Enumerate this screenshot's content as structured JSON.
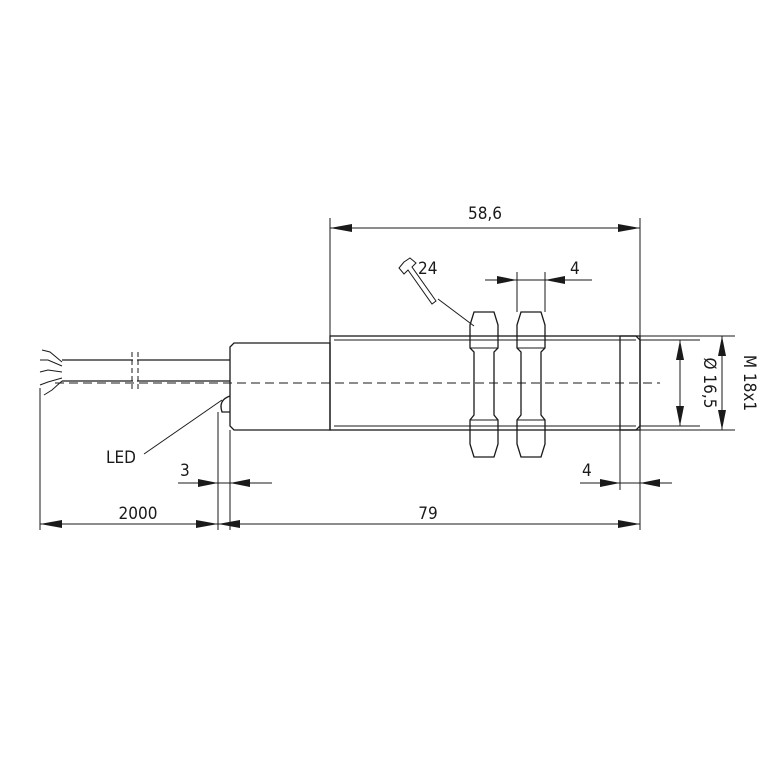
{
  "dimensions": {
    "thread_length": "58,6",
    "wrench_size": "24",
    "nut_width": "4",
    "led_label": "LED",
    "led_offset": "3",
    "thread_end": "4",
    "cable_length": "2000",
    "total_length": "79",
    "diameter": "Ø 16,5",
    "thread": "M 18x1"
  }
}
